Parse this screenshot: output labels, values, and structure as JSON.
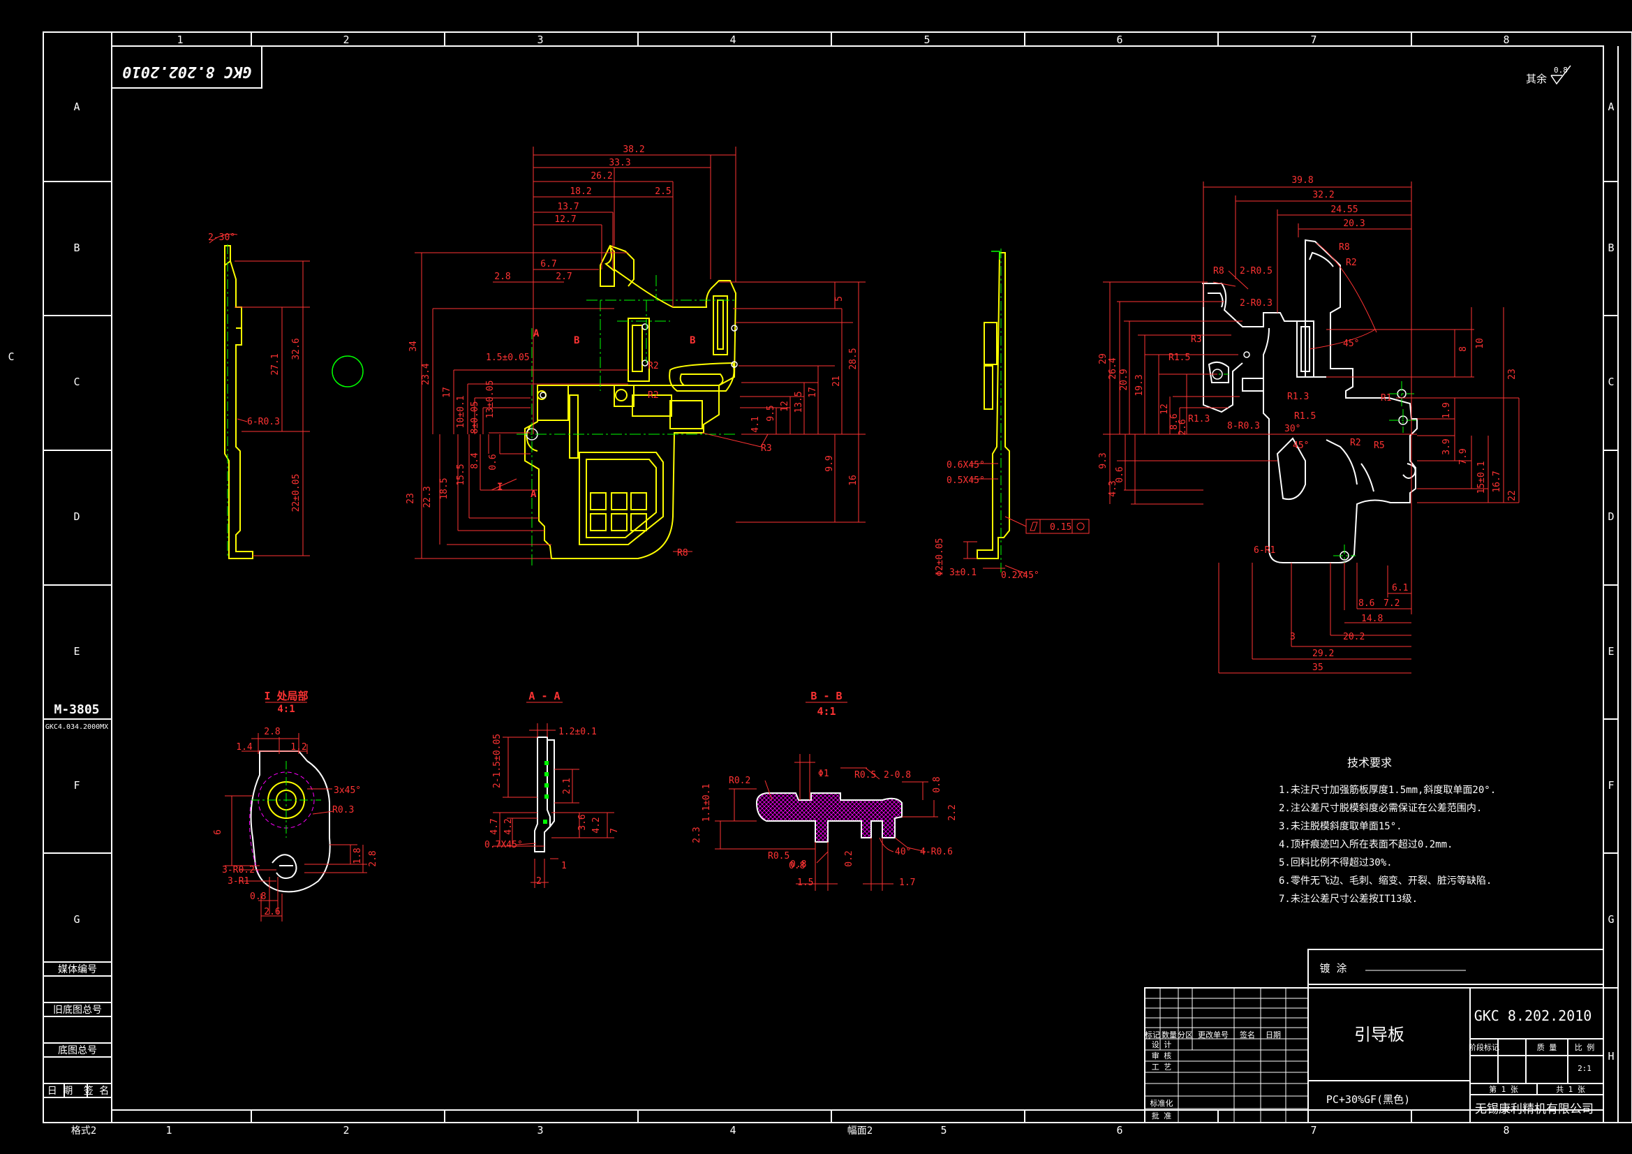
{
  "colors": {
    "frame": "#ffffff",
    "outline": "#ffff00",
    "dimension": "#ff3333",
    "center": "#00ff00",
    "hidden": "#ff00ff"
  },
  "border": {
    "cols": [
      "1",
      "2",
      "3",
      "4",
      "5",
      "6",
      "7",
      "8"
    ],
    "rows": [
      "A",
      "B",
      "C",
      "D",
      "E",
      "F",
      "G",
      "H"
    ],
    "left_mark": "C"
  },
  "top_box": "GKC 8.202.2010",
  "roughness": {
    "prefix": "其余",
    "value": "0.8"
  },
  "side_stamp": {
    "code": "M-3805",
    "sub": "GKC4.034.2000MX"
  },
  "left_column": [
    "媒体编号",
    "旧底图总号",
    "底图总号",
    "日 期",
    "签 名"
  ],
  "bottom_left": "格式2",
  "bottom_mid": "幅面2",
  "views": {
    "detail_i": {
      "title": "I 处局部",
      "scale": "4:1"
    },
    "section_aa": {
      "title": "A - A"
    },
    "section_bb": {
      "title": "B - B",
      "scale": "4:1"
    }
  },
  "dims": {
    "front_top": [
      "38.2",
      "33.3",
      "26.2",
      "18.2",
      "2.5",
      "13.7",
      "12.7",
      "6.7",
      "2.8",
      "2.7"
    ],
    "front_left": [
      "34",
      "23.4",
      "17",
      "10±0.1",
      "8±0.05",
      "15.5",
      "13±0.05",
      "8.4",
      "0.6",
      "22.3",
      "18.5",
      "23",
      "1.5±0.05"
    ],
    "front_right": [
      "5",
      "28.5",
      "21",
      "17",
      "13.5",
      "12",
      "9.5",
      "4.1",
      "9.9",
      "16"
    ],
    "front_radii": [
      "R2",
      "R2",
      "R3",
      "R8"
    ],
    "front_labels": [
      "A",
      "B",
      "B",
      "I",
      "A"
    ],
    "side_left": [
      "2-30°",
      "32.6",
      "27.1",
      "6-R0.3",
      "22±0.05"
    ],
    "side_mid": [
      "0.6X45°",
      "0.5X45°",
      "0.15",
      "3±0.1",
      "0.2X45°",
      "Φ2±0.05"
    ],
    "back_top": [
      "39.8",
      "32.2",
      "24.55",
      "20.3",
      "R8",
      "R2",
      "R8",
      "2-R0.5",
      "2-R0.3",
      "R3",
      "45°"
    ],
    "back_left": [
      "29",
      "26.4",
      "20.9",
      "19.3",
      "12",
      "8.6",
      "2.6",
      "9.3",
      "4.3",
      "0.6",
      "R1.5",
      "R1.3",
      "8-R0.3",
      "30°",
      "45°",
      "R1.5",
      "R2",
      "R5",
      "R1.3",
      "6-R1",
      "R1"
    ],
    "back_right": [
      "8",
      "10",
      "23",
      "1.9",
      "3.9",
      "7.9",
      "15±0.1",
      "16.7",
      "22"
    ],
    "back_bottom": [
      "6.1",
      "7.2",
      "8.6",
      "14.8",
      "3",
      "20.2",
      "29.2",
      "35"
    ],
    "detail": [
      "2.8",
      "1.4",
      "1.2",
      "3x45°",
      "R0.3",
      "6",
      "1.8",
      "2.8",
      "3-R0.2",
      "3-R1",
      "0.8",
      "2.6"
    ],
    "aa": [
      "1.2±0.1",
      "2-1.5±0.05",
      "2.1",
      "4.7",
      "4.2",
      "3.6",
      "4.2",
      "7",
      "0.7X45°",
      "1",
      "2"
    ],
    "bb": [
      "R0.2",
      "Φ1",
      "R0.5",
      "2-0.8",
      "0.8",
      "1.1±0.1",
      "2.2",
      "2.3",
      "0.8",
      "40°",
      "R0.5",
      "0.8",
      "0.2",
      "1.5",
      "1.7",
      "4-R0.6"
    ]
  },
  "tech": {
    "title": "技术要求",
    "lines": [
      "1.未注尺寸加强筋板厚度1.5mm,斜度取单面20°.",
      "2.注公差尺寸脱模斜度必需保证在公差范围内.",
      "3.未注脱模斜度取单面15°.",
      "4.顶杆痕迹凹入所在表面不超过0.2mm.",
      "5.回料比例不得超过30%.",
      "6.零件无飞边、毛刺、缩变、开裂、脏污等缺陷.",
      "7.未注公差尺寸公差按IT13级."
    ]
  },
  "title_block": {
    "plating_label": "镀 涂",
    "part_name": "引导板",
    "drawing_no": "GKC 8.202.2010",
    "material": "PC+30%GF(黑色)",
    "company": "无锡康利精机有限公司",
    "headers": [
      "标记",
      "数量",
      "分区",
      "更改单号",
      "签名",
      "日期"
    ],
    "roles": [
      "设 计",
      "审 核",
      "工 艺",
      "标准化",
      "批 准"
    ],
    "stage_header": [
      "阶段标记",
      "质 量",
      "比 例"
    ],
    "scale": "2:1",
    "sheet": "第 1 张",
    "total": "共 1 张"
  }
}
